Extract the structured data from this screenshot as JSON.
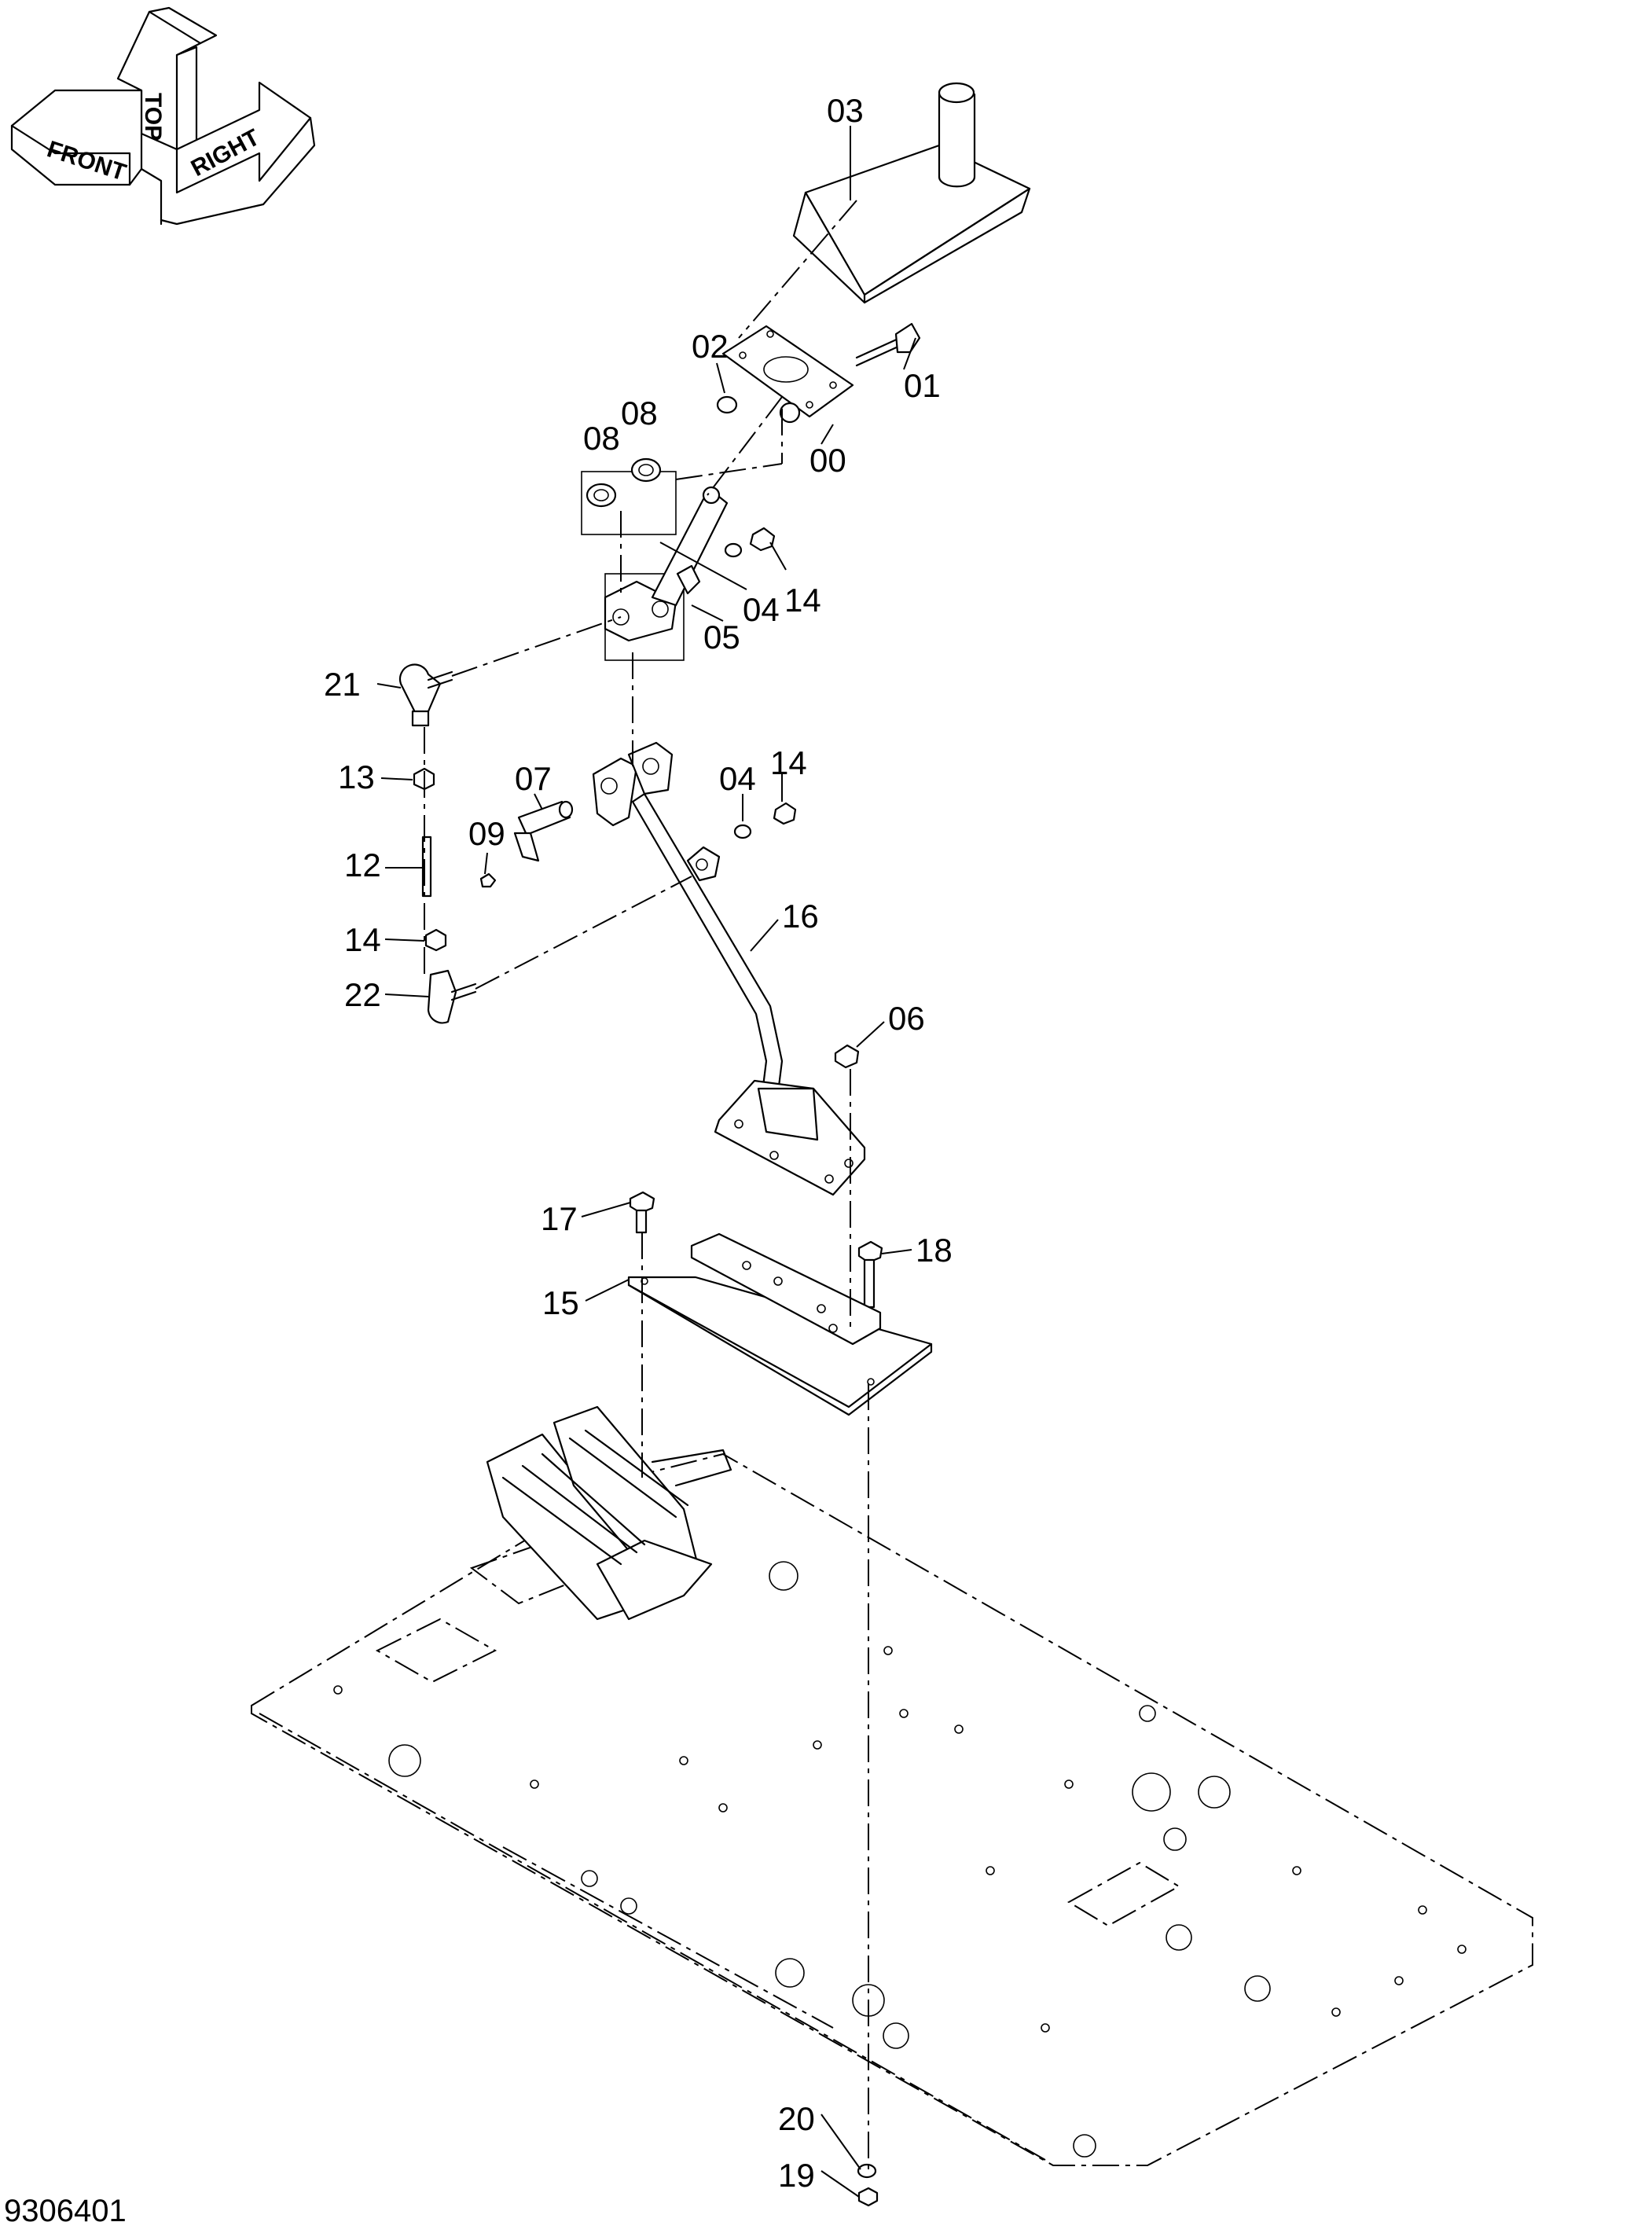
{
  "orientation_indicator": {
    "labels": [
      "FRONT",
      "TOP",
      "RIGHT"
    ]
  },
  "callouts": [
    {
      "id": "03",
      "text": "03"
    },
    {
      "id": "02",
      "text": "02"
    },
    {
      "id": "01",
      "text": "01"
    },
    {
      "id": "00",
      "text": "00"
    },
    {
      "id": "08a",
      "text": "08"
    },
    {
      "id": "08b",
      "text": "08"
    },
    {
      "id": "04a",
      "text": "04"
    },
    {
      "id": "14a",
      "text": "14"
    },
    {
      "id": "05",
      "text": "05"
    },
    {
      "id": "21",
      "text": "21"
    },
    {
      "id": "13",
      "text": "13"
    },
    {
      "id": "07",
      "text": "07"
    },
    {
      "id": "04b",
      "text": "04"
    },
    {
      "id": "14b",
      "text": "14"
    },
    {
      "id": "09",
      "text": "09"
    },
    {
      "id": "12",
      "text": "12"
    },
    {
      "id": "16",
      "text": "16"
    },
    {
      "id": "14c",
      "text": "14"
    },
    {
      "id": "22",
      "text": "22"
    },
    {
      "id": "06",
      "text": "06"
    },
    {
      "id": "17",
      "text": "17"
    },
    {
      "id": "18",
      "text": "18"
    },
    {
      "id": "15",
      "text": "15"
    },
    {
      "id": "20",
      "text": "20"
    },
    {
      "id": "19",
      "text": "19"
    }
  ],
  "drawing_number": "9306401",
  "colors": {
    "line": "#000000",
    "background": "#ffffff"
  }
}
